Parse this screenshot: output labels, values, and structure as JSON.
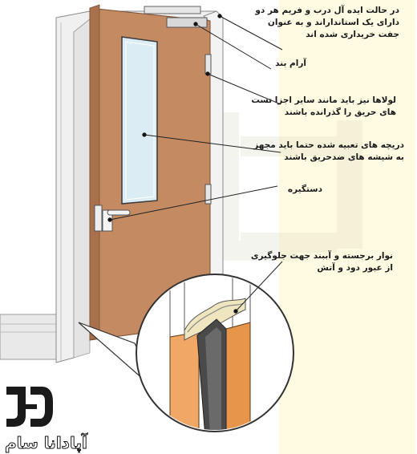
{
  "labels": {
    "frame": "در حالت ایده آل درب و فریم هر دو دارای یک استانداراند و به عنوان جفت خریداری شده اند",
    "closer": "آرام بند",
    "hinges": "لولاها نیز باید مانند سایر اجزا تست های حریق را گذرانده باشند",
    "glass": "دریچه های تعبیه شده حتما باید مجهز به شیشه های ضدحریق باشند",
    "handle": "دستگیره",
    "seal": "نوار برجسته و آببند جهت جلوگیری از عبور دود و آتش"
  },
  "brand": {
    "name": "آپادانا سام",
    "icon": "jd-logo"
  },
  "colors": {
    "door": "#c48a62",
    "door_edge": "#a8704c",
    "frame": "#f2f2f2",
    "glass": "#dcecf4",
    "wall_stripe": "#fffbe3",
    "seal_dark": "#4a4a4a",
    "frame_section": "#f1a766"
  }
}
